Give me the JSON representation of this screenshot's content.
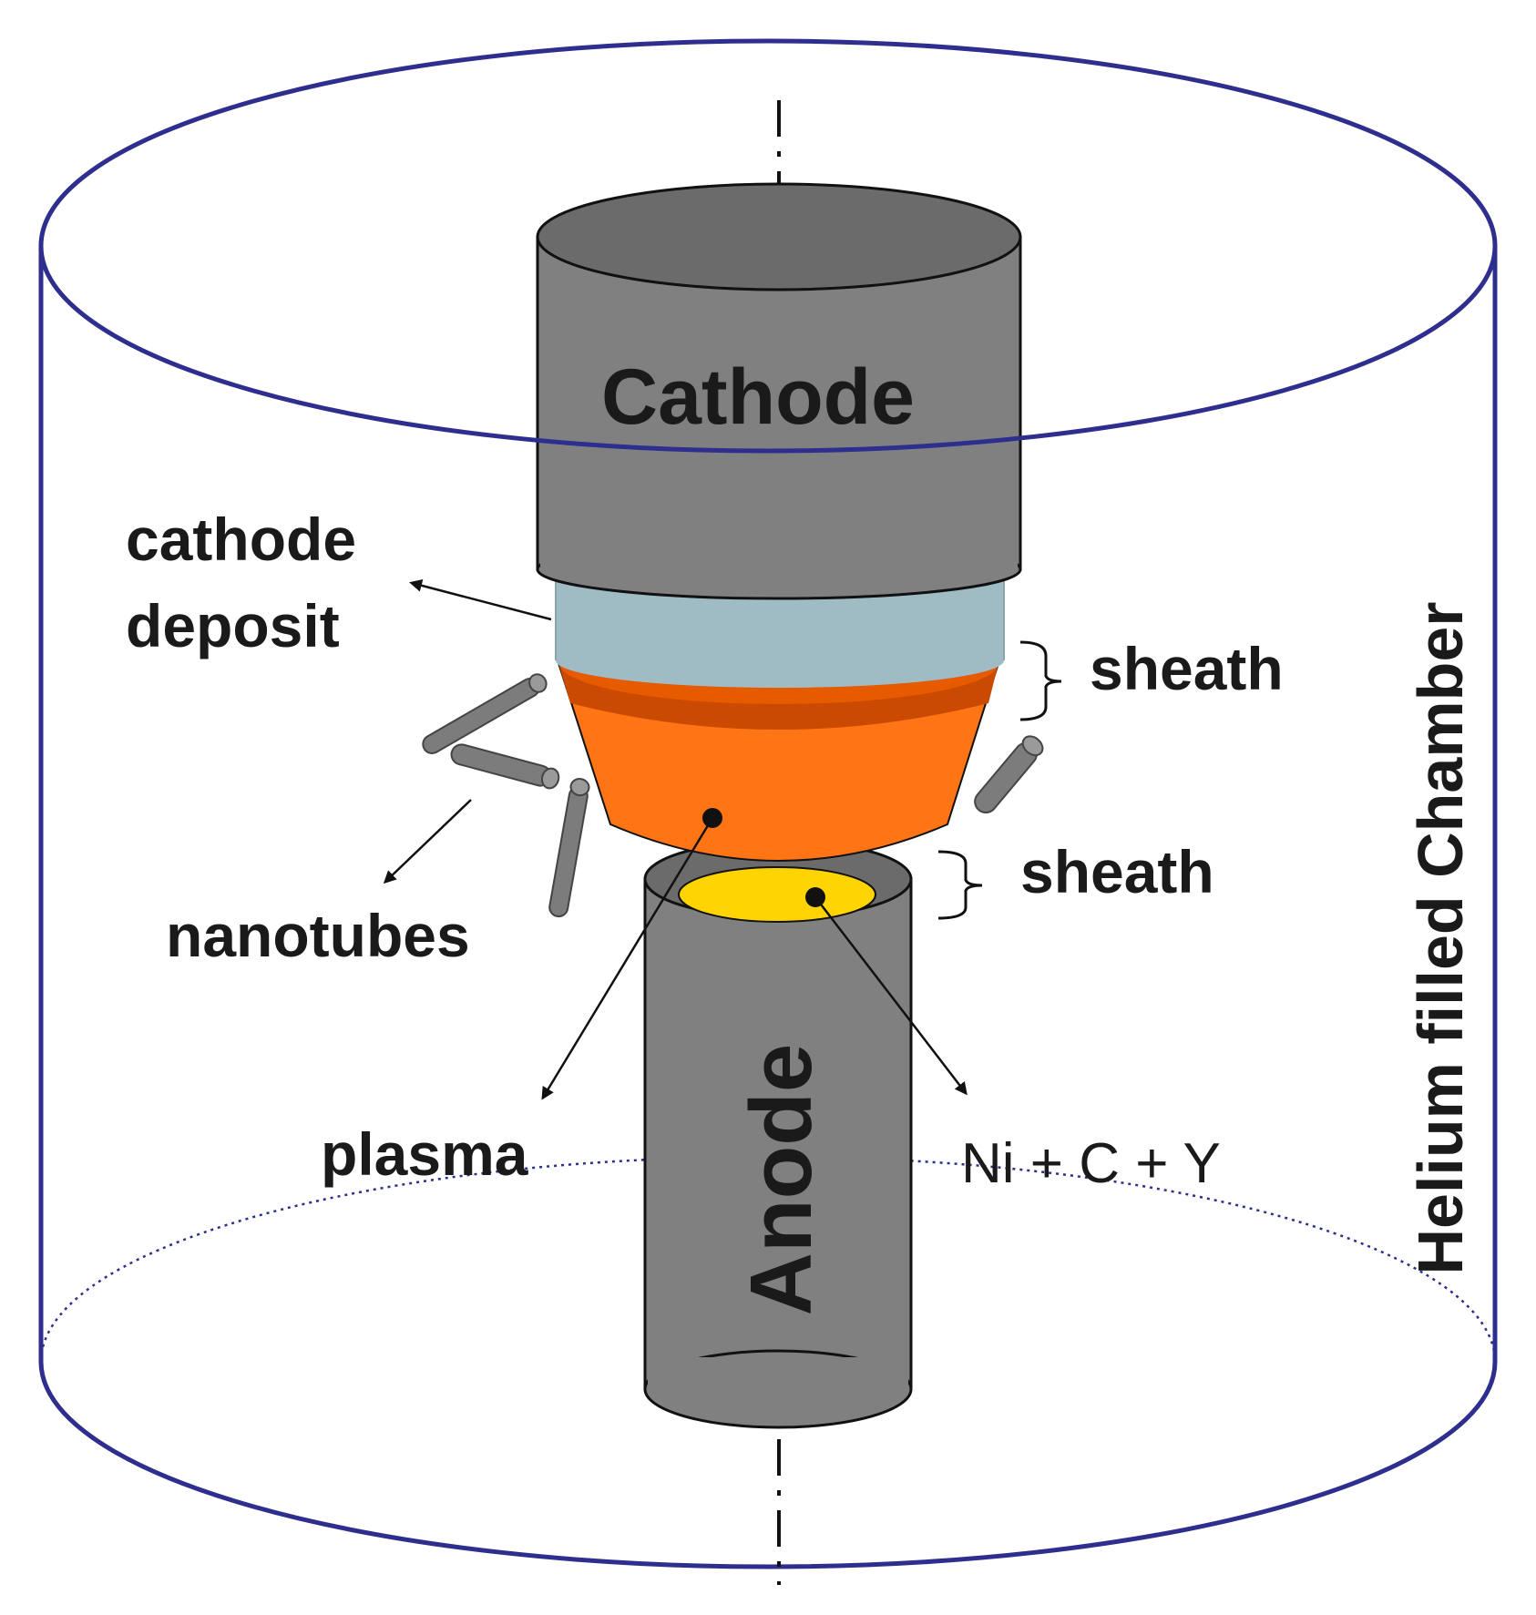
{
  "labels": {
    "cathode": "Cathode",
    "anode": "Anode",
    "cathode_deposit_line1": "cathode",
    "cathode_deposit_line2": "deposit",
    "sheath_upper": "sheath",
    "sheath_lower": "sheath",
    "nanotubes": "nanotubes",
    "plasma": "plasma",
    "anode_material": "Ni + C + Y",
    "chamber": "Helium filled Chamber"
  },
  "colors": {
    "chamber_outline": "#2e2e8f",
    "electrode_body": "#808080",
    "electrode_top": "#6b6b6b",
    "deposit": "#9fbcc4",
    "plasma_top": "#c94a00",
    "plasma_body": "#ff7414",
    "anode_spot": "#ffd400",
    "nanotube": "#7c7c7c",
    "text": "#1a1a1a"
  }
}
